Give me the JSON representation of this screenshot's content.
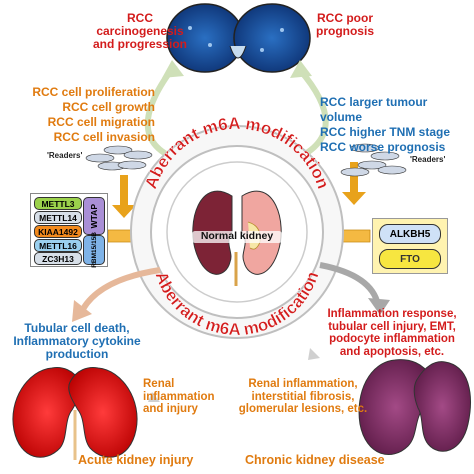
{
  "top_left": {
    "line1": "RCC",
    "line2": "carcinogenesis",
    "line3": "and progression"
  },
  "top_right": {
    "line1": "RCC poor",
    "line2": "prognosis"
  },
  "left_effects": [
    "RCC cell proliferation",
    "RCC cell growth",
    "RCC cell migration",
    "RCC cell invasion"
  ],
  "right_effects": [
    "RCC larger tumour volume",
    "RCC higher TNM stage",
    "RCC worse prognosis"
  ],
  "readers_left": "'Readers'",
  "readers_right": "'Readers'",
  "ring_text_top": "Aberrant m6A modification",
  "ring_text_bottom": "Aberrant m6A modification",
  "center_label": "Normal kidney",
  "writers": {
    "items": [
      "METTL3",
      "METTL14",
      "KIAA1492",
      "METTL16",
      "ZC3H13"
    ],
    "side1": "WTAP",
    "side2": "RBM15/15B"
  },
  "erasers": {
    "items": [
      "ALKBH5",
      "FTO"
    ]
  },
  "bottom_left": {
    "line1": "Tubular cell death,",
    "line2": "Inflammatory cytokine",
    "line3": "production"
  },
  "bottom_right": {
    "line1": "Inflammation response,",
    "line2": "tubular cell injury, EMT,",
    "line3": "podocyte inflammation",
    "line4": "and apoptosis, etc."
  },
  "renal_left": {
    "line1": "Renal",
    "line2": "inflammation",
    "line3": "and injury"
  },
  "renal_right": {
    "line1": "Renal inflammation,",
    "line2": "interstitial fibrosis,",
    "line3": "glomerular lesions, etc."
  },
  "aki": "Acute kidney injury",
  "ckd": "Chronic kidney disease",
  "colors": {
    "red": "#d31c1c",
    "orange": "#e07b10",
    "blue": "#1f6fb3",
    "ring": "#d31c1c"
  }
}
